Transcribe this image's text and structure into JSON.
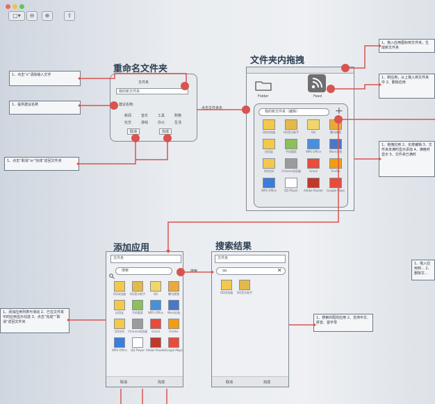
{
  "sections": {
    "rename": "重命名文件夹",
    "folder_drag": "文件夹内拖拽",
    "add_app": "添加应用",
    "search_results": "搜索结果"
  },
  "notes": {
    "top_right_1": "1、拖入应用图标到文件夹，生成新文件夹",
    "right_mid_1": "1、新应用，从上拖入到文件夹中 2、删除应用",
    "right_grid": "1、拖拽应用 2、长按编辑 3、文件夹未满时显示添加 4、满格时显示 5、文件夹已满时",
    "left_1": "1、点击“x”清除输入文字",
    "left_2": "1、提供建议名称",
    "left_3": "1、点击“取消”or“完成”返回文件夹",
    "add_app_left": "1、添加应用列表可滑动 2、已在文件夹中的应用显示勾选 3、点击“完成”“取消”返回文件夹",
    "search_note": "1、搜索匹配的应用 2、支持中文、拼音、首字母",
    "far_right": "1、拖入应用到... 2、删除文..."
  },
  "rename_panel": {
    "label": "文件夹",
    "input": "我的新文件夹",
    "suggest_title": "建议名称:",
    "suggestions_row1": [
      "新闻",
      "音乐",
      "工具",
      "购物"
    ],
    "suggestions_row2": [
      "社交",
      "游戏",
      "办公",
      "生活"
    ],
    "cancel": "取消",
    "done": "完成",
    "hint": "点击文件夹名"
  },
  "folder_panel": {
    "folder_label": "Folder",
    "rss_label": "Feed",
    "title_field": "我的新文件夹（编辑）",
    "add_icon": "+",
    "apps": [
      "QQ浏览器",
      "QQ音乐助手",
      "QQ",
      "腾讯视频",
      "应用宝",
      "手机管家",
      "WPS Office",
      "Word文档",
      "QQ空间",
      "Chrome浏览器",
      "Gmail",
      "Firefox",
      "WPS Office",
      "QQ Player",
      "Adobe Reader",
      "Google Maps"
    ]
  },
  "add_app_panel": {
    "folder_field": "文件夹",
    "search_placeholder": "搜索",
    "search_arrow_label": "搜索",
    "apps": [
      "QQ浏览器",
      "QQ音乐助手",
      "QQ",
      "腾讯视频",
      "应用宝",
      "手机管家",
      "WPS Office",
      "Word文档",
      "QQ空间",
      "Chrome浏览器",
      "Gmail",
      "Firefox",
      "WPS Office",
      "QQ Player",
      "Adobe Reader",
      "Google Maps"
    ],
    "cancel": "取消",
    "done": "完成"
  },
  "search_panel": {
    "folder_field": "文件夹",
    "query": "qq",
    "clear_icon": "✕",
    "results": [
      "QQ浏览器",
      "QQ音乐助手"
    ],
    "cancel": "取消",
    "done": "完成"
  },
  "toolbar": {
    "btn1": "▢▾",
    "btn2": "⊖",
    "btn3": "⊕",
    "btn4": "⇪"
  }
}
